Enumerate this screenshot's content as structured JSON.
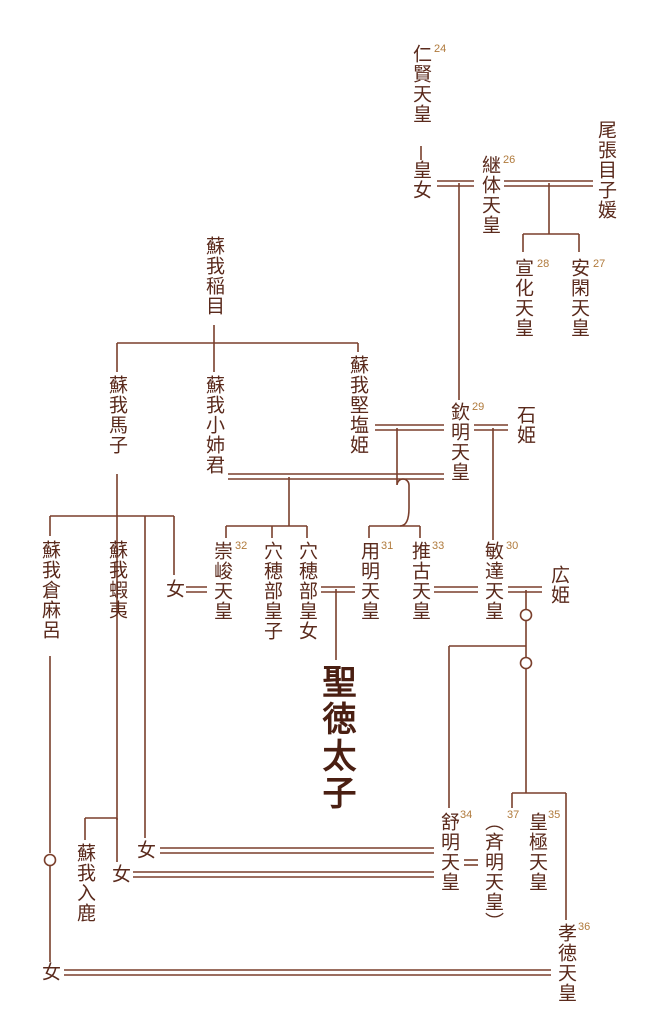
{
  "nodes": {
    "ninken": {
      "name": "仁賢天皇",
      "number": "24"
    },
    "koujo": {
      "name": "皇女"
    },
    "keitai": {
      "name": "継体天皇",
      "number": "26"
    },
    "owari": {
      "name": "尾張目子媛"
    },
    "senka": {
      "name": "宣化天皇",
      "number": "28"
    },
    "ankan": {
      "name": "安閑天皇",
      "number": "27"
    },
    "iname": {
      "name": "蘇我稲目"
    },
    "umako": {
      "name": "蘇我馬子"
    },
    "oane": {
      "name": "蘇我小姉君"
    },
    "kitashi": {
      "name": "蘇我堅塩姫"
    },
    "kinmei": {
      "name": "欽明天皇",
      "number": "29"
    },
    "ishi": {
      "name": "石姫"
    },
    "kuramaro": {
      "name": "蘇我倉麻呂"
    },
    "emishi": {
      "name": "蘇我蝦夷"
    },
    "onna_sushun": {
      "name": "女"
    },
    "sushun": {
      "name": "崇峻天皇",
      "number": "32"
    },
    "anahobe_ouji": {
      "name": "穴穂部皇子"
    },
    "anahobe_koujo": {
      "name": "穴穂部皇女"
    },
    "youmei": {
      "name": "用明天皇",
      "number": "31"
    },
    "suiko": {
      "name": "推古天皇",
      "number": "33"
    },
    "bidatsu": {
      "name": "敏達天皇",
      "number": "30"
    },
    "hiro": {
      "name": "広姫"
    },
    "shotoku": {
      "name": "聖徳太子"
    },
    "iruka": {
      "name": "蘇我入鹿"
    },
    "onna_jomei1": {
      "name": "女"
    },
    "onna_jomei2": {
      "name": "女"
    },
    "jomei": {
      "name": "舒明天皇",
      "number": "34"
    },
    "saimei": {
      "name": "（斉明天皇）",
      "number": "37"
    },
    "kogyoku": {
      "name": "皇極天皇",
      "number": "35"
    },
    "kotoku": {
      "name": "孝徳天皇",
      "number": "36"
    },
    "onna_kotoku": {
      "name": "女"
    }
  }
}
